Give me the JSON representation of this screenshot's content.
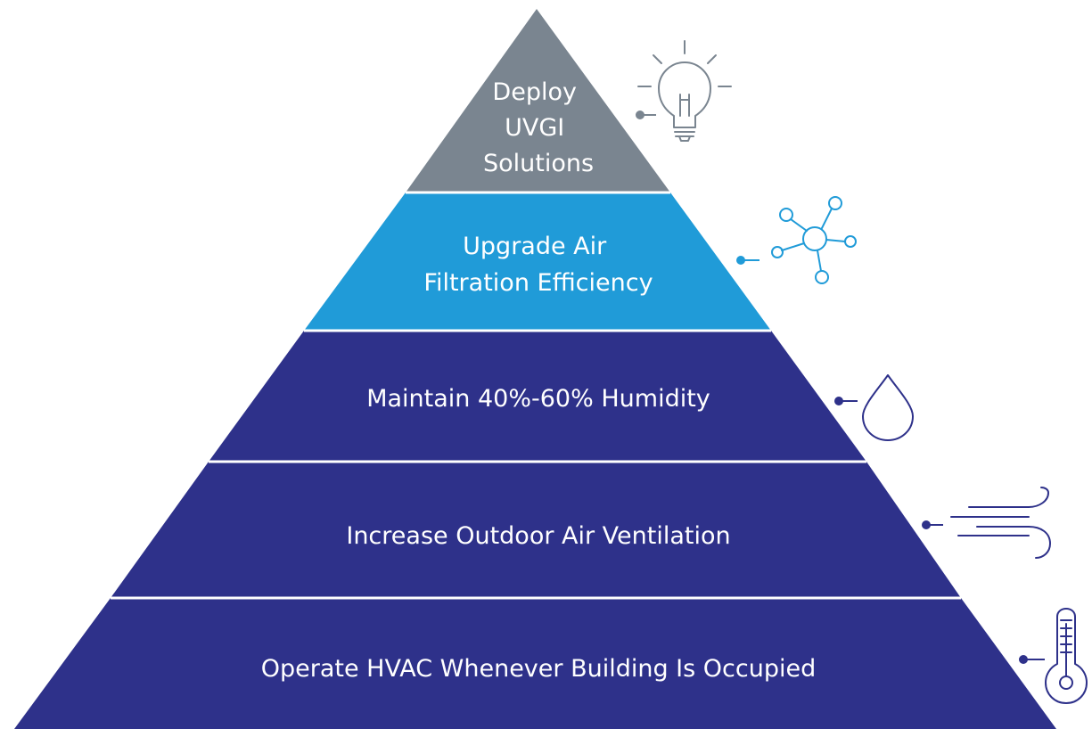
{
  "colors": {
    "top": "#7a8590",
    "filtration": "#209bd8",
    "base": "#2e318a",
    "divider": "#ffffff",
    "background": "#ffffff"
  },
  "tiers": [
    {
      "lines": [
        "Deploy",
        "UVGI",
        "Solutions"
      ],
      "icon": "lightbulb-icon",
      "color": "#7a8590"
    },
    {
      "lines": [
        "Upgrade Air",
        "Filtration Efficiency"
      ],
      "icon": "molecule-icon",
      "color": "#209bd8"
    },
    {
      "lines": [
        "Maintain 40%-60% Humidity"
      ],
      "icon": "water-drop-icon",
      "color": "#2e318a"
    },
    {
      "lines": [
        "Increase Outdoor Air Ventilation"
      ],
      "icon": "wind-icon",
      "color": "#2e318a"
    },
    {
      "lines": [
        "Operate HVAC Whenever Building Is Occupied"
      ],
      "icon": "thermometer-icon",
      "color": "#2e318a"
    }
  ]
}
